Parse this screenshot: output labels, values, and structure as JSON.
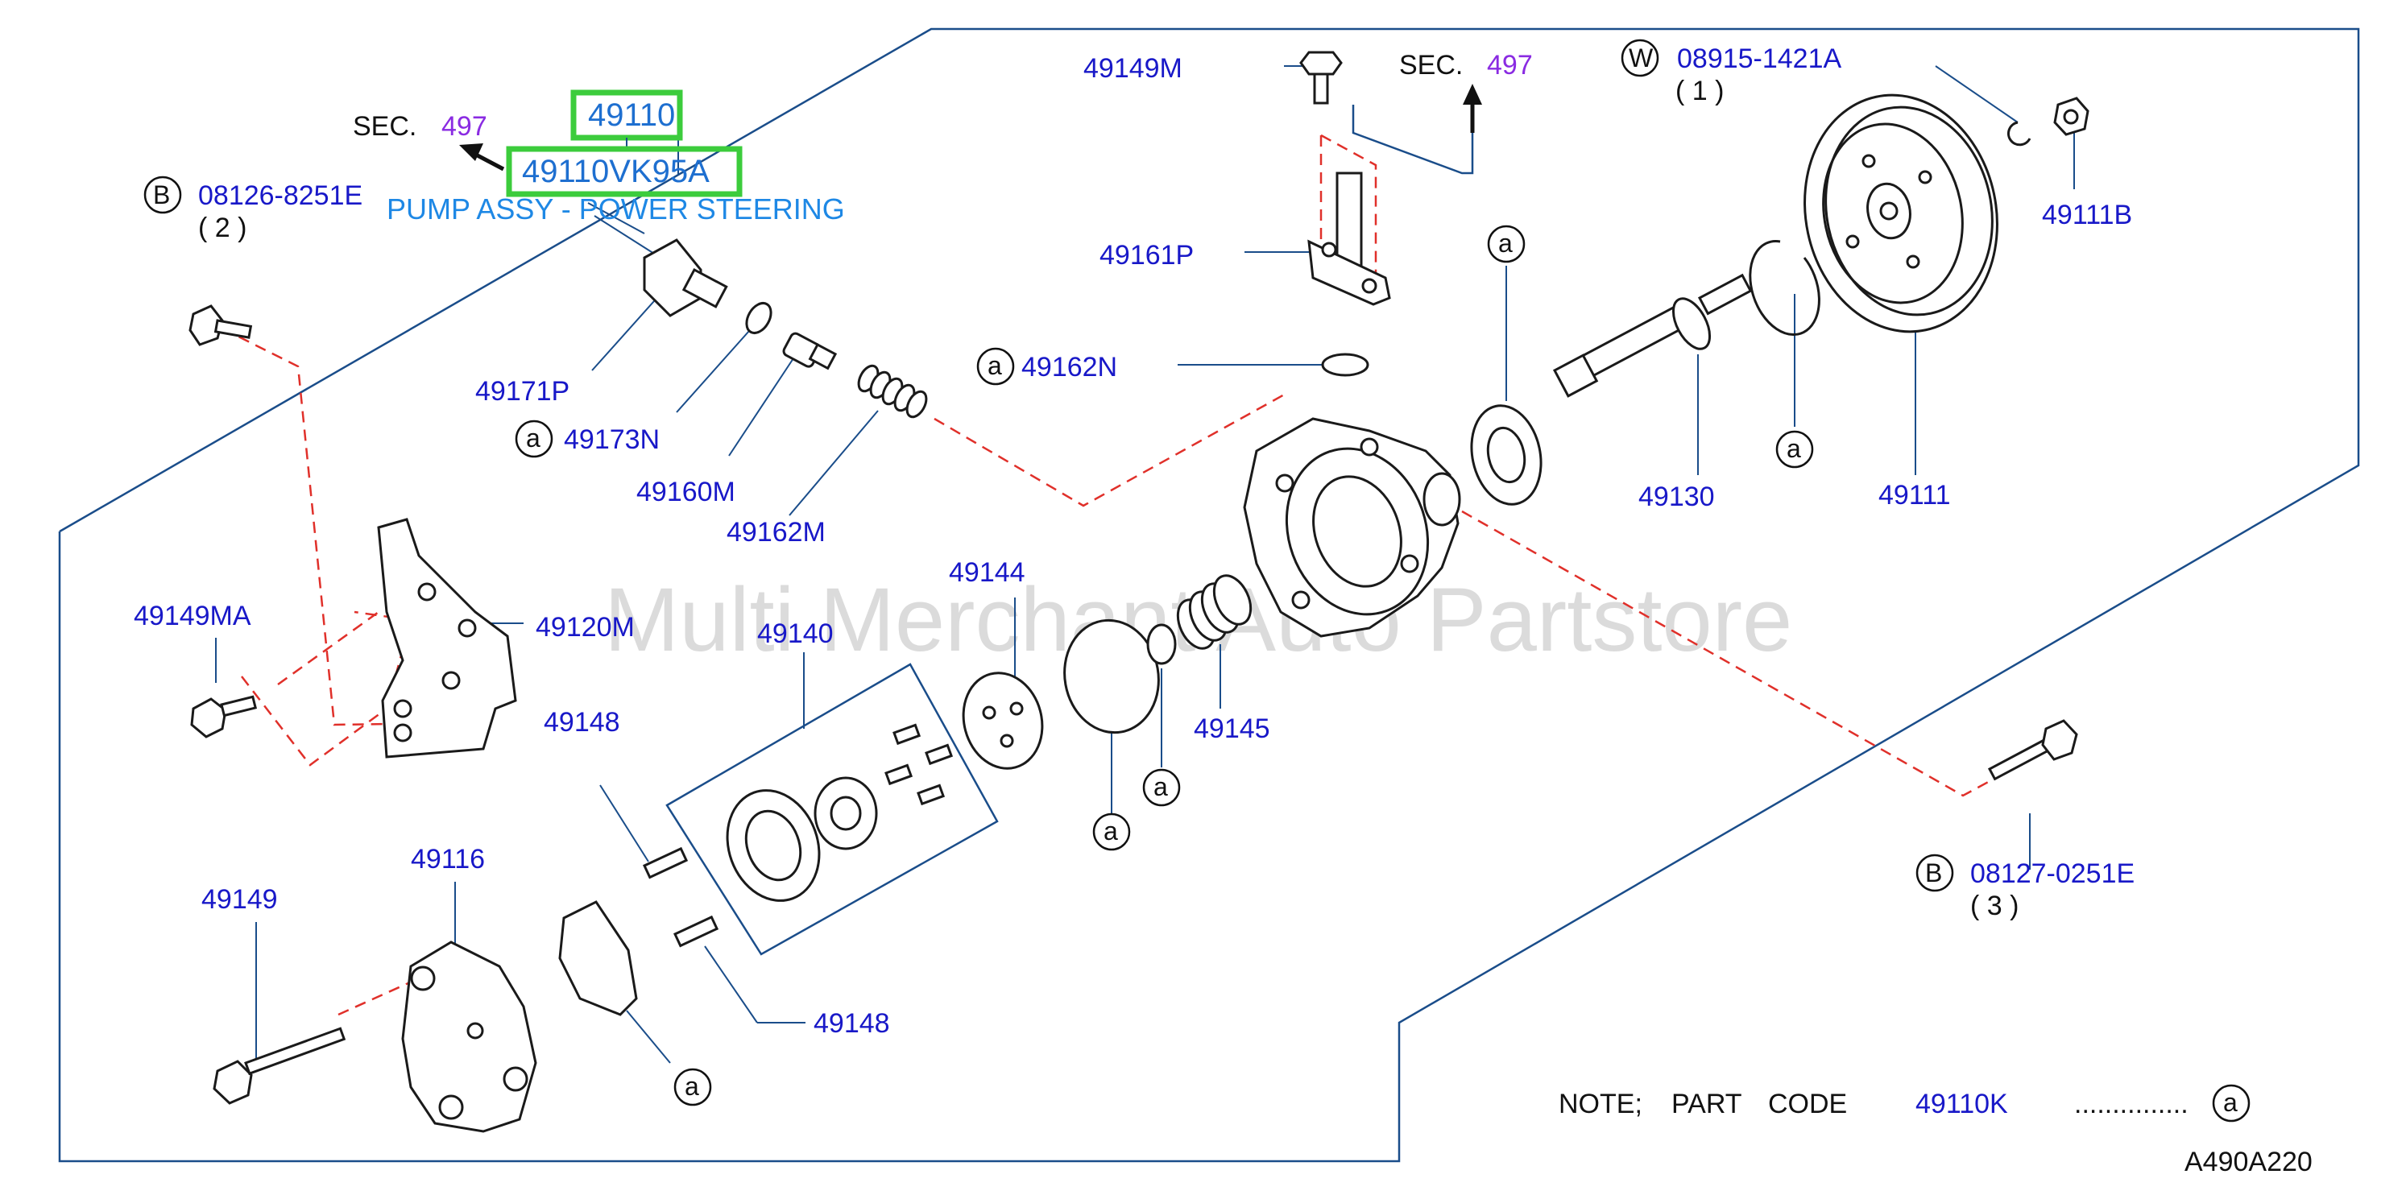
{
  "diagram": {
    "sec_label": "SEC.",
    "sec_number": "497",
    "highlighted_part": "49110",
    "highlighted_code": "49110VK95A",
    "assembly_name": "PUMP ASSY - POWER STEERING",
    "watermark": "Multi Merchant Auto Partstore",
    "drawing_id": "A490A220",
    "note": {
      "label": "NOTE;",
      "part": "PART",
      "code": "CODE",
      "code_value": "49110K",
      "dots": "...............",
      "marker": "a"
    },
    "callout_a": "a",
    "callout_b": "B",
    "callout_w": "W",
    "bolt_b1": {
      "code": "08126-8251E",
      "qty": "( 2 )"
    },
    "bolt_b2": {
      "code": "08127-0251E",
      "qty": "( 3 )"
    },
    "washer_w": {
      "code": "08915-1421A",
      "qty": "( 1 )"
    },
    "parts": {
      "p49149M": "49149M",
      "p49161P": "49161P",
      "p49162N": "49162N",
      "p49171P": "49171P",
      "p49173N": "49173N",
      "p49160M": "49160M",
      "p49162M": "49162M",
      "p49111B": "49111B",
      "p49130": "49130",
      "p49111": "49111",
      "p49149MA": "49149MA",
      "p49120M": "49120M",
      "p49144": "49144",
      "p49140": "49140",
      "p49145": "49145",
      "p49148a": "49148",
      "p49148b": "49148",
      "p49149": "49149",
      "p49116": "49116"
    }
  }
}
